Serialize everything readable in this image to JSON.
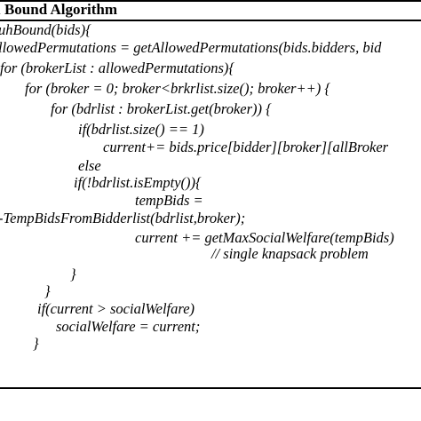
{
  "algorithm": {
    "title": "l Bound Algorithm",
    "lines": [
      "uhBound(bids){",
      "llowedPermutations = getAllowedPermutations(bids.bidders, bid",
      "for (brokerList : allowedPermutations){",
      "for (broker = 0; broker<brkrlist.size(); broker++) {",
      "for (bdrlist : brokerList.get(broker)) {",
      "if(bdrlist.size() == 1)",
      "current+= bids.price[bidder][broker][allBroker",
      "else",
      "if(!bdrlist.isEmpty()){",
      "tempBids =",
      "-TempBidsFromBidderlist(bdrlist,broker);",
      "current += getMaxSocialWelfare(tempBids)",
      "// single knapsack problem",
      "}",
      "}",
      "if(current > socialWelfare)",
      "socialWelfare = current;",
      "}"
    ]
  }
}
